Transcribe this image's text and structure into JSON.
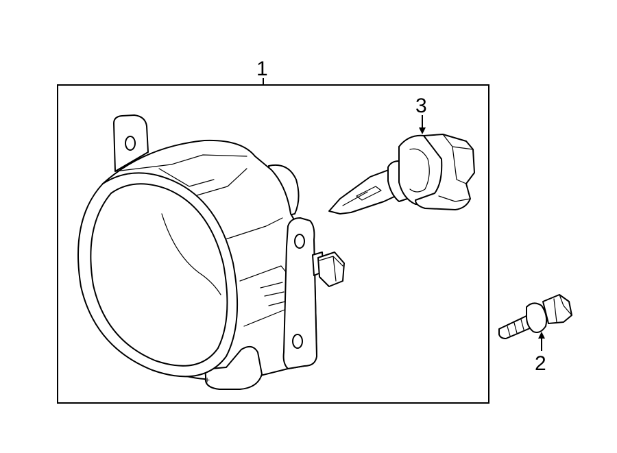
{
  "callouts": {
    "part_1": "1",
    "part_2": "2",
    "part_3": "3"
  },
  "plus_symbol": "+"
}
